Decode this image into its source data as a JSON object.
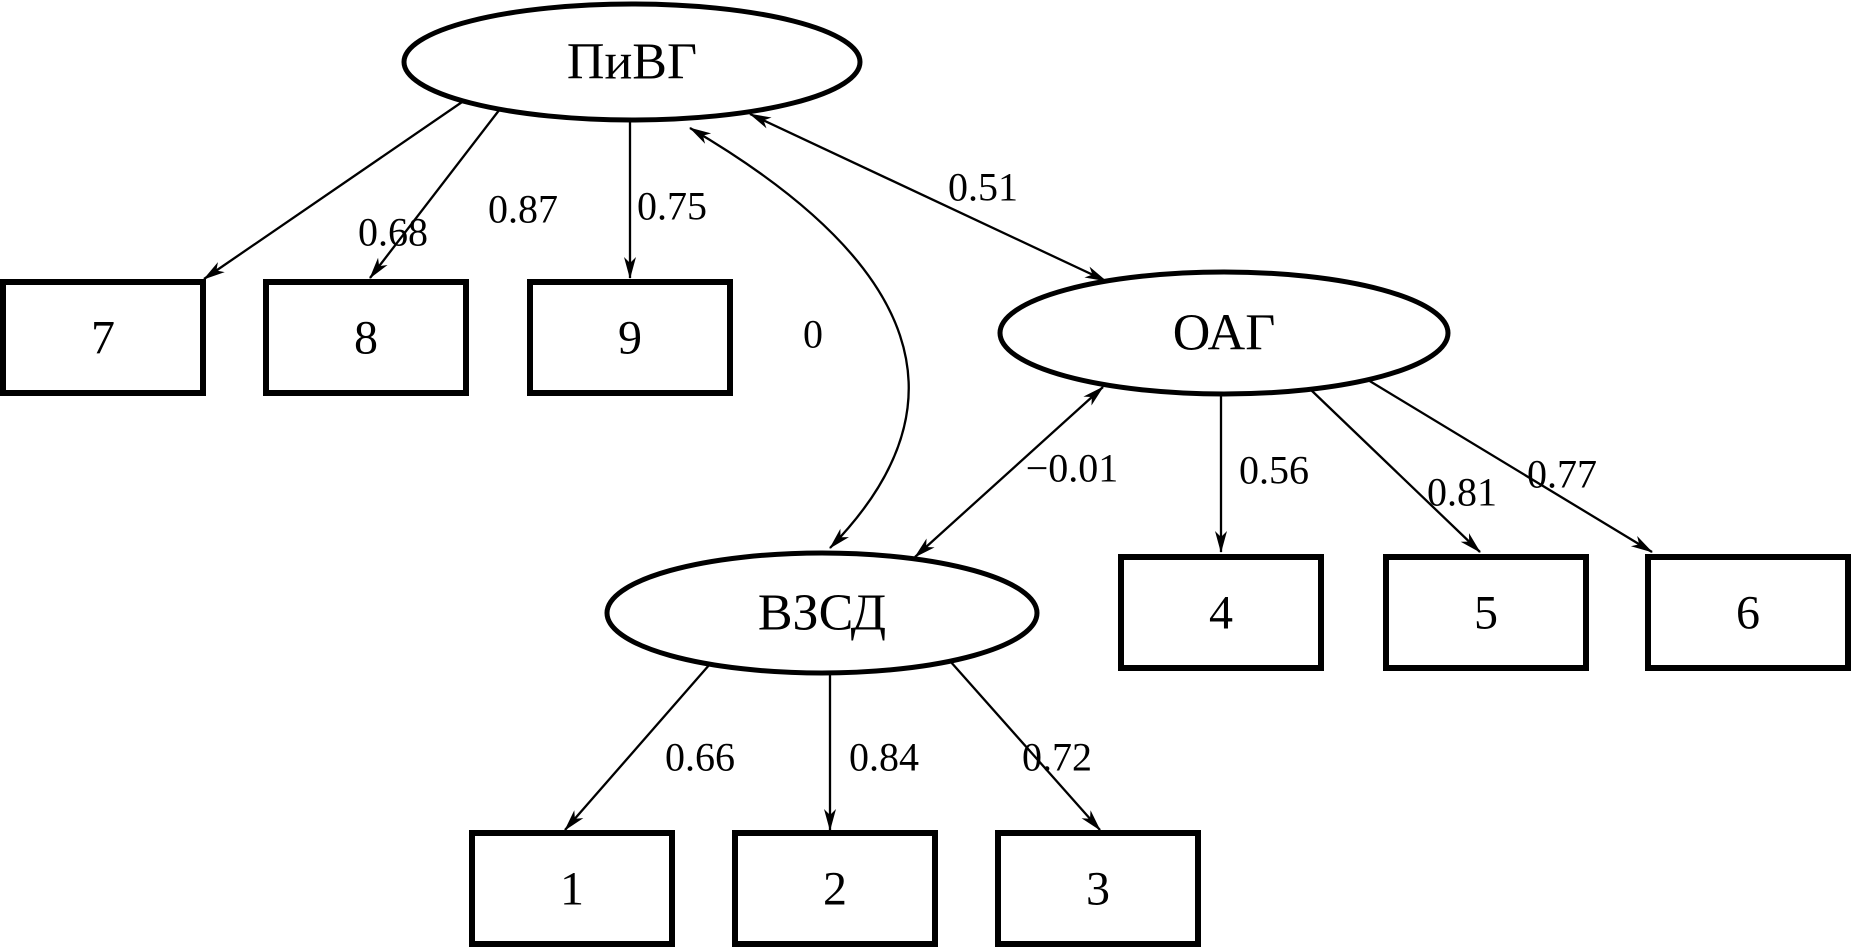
{
  "diagram": {
    "kind": "structural-equation-model-path-diagram",
    "background_color": "#ffffff",
    "stroke_color": "#000000",
    "text_color": "#000000",
    "latent_nodes": [
      {
        "id": "PiVG",
        "label": "ПиВГ",
        "shape": "ellipse"
      },
      {
        "id": "OAG",
        "label": "ОАГ",
        "shape": "ellipse"
      },
      {
        "id": "VZSD",
        "label": "ВЗСД",
        "shape": "ellipse"
      }
    ],
    "observed_nodes": [
      {
        "id": "1",
        "label": "1",
        "shape": "rectangle"
      },
      {
        "id": "2",
        "label": "2",
        "shape": "rectangle"
      },
      {
        "id": "3",
        "label": "3",
        "shape": "rectangle"
      },
      {
        "id": "4",
        "label": "4",
        "shape": "rectangle"
      },
      {
        "id": "5",
        "label": "5",
        "shape": "rectangle"
      },
      {
        "id": "6",
        "label": "6",
        "shape": "rectangle"
      },
      {
        "id": "7",
        "label": "7",
        "shape": "rectangle"
      },
      {
        "id": "8",
        "label": "8",
        "shape": "rectangle"
      },
      {
        "id": "9",
        "label": "9",
        "shape": "rectangle"
      }
    ],
    "edges": [
      {
        "from": "ПиВГ",
        "to": "7",
        "value": "0.68",
        "style": "single-arrow"
      },
      {
        "from": "ПиВГ",
        "to": "8",
        "value": "0.87",
        "style": "single-arrow"
      },
      {
        "from": "ПиВГ",
        "to": "9",
        "value": "0.75",
        "style": "single-arrow"
      },
      {
        "from": "ПиВГ",
        "to": "ОАГ",
        "value": "0.51",
        "style": "double-arrow"
      },
      {
        "from": "ПиВГ",
        "to": "ВЗСД",
        "value": "0",
        "style": "double-arrow-curved"
      },
      {
        "from": "ОАГ",
        "to": "ВЗСД",
        "value": "−0.01",
        "style": "double-arrow"
      },
      {
        "from": "ОАГ",
        "to": "4",
        "value": "0.56",
        "style": "single-arrow"
      },
      {
        "from": "ОАГ",
        "to": "5",
        "value": "0.81",
        "style": "single-arrow"
      },
      {
        "from": "ОАГ",
        "to": "6",
        "value": "0.77",
        "style": "single-arrow"
      },
      {
        "from": "ВЗСД",
        "to": "1",
        "value": "0.66",
        "style": "single-arrow"
      },
      {
        "from": "ВЗСД",
        "to": "2",
        "value": "0.84",
        "style": "single-arrow"
      },
      {
        "from": "ВЗСД",
        "to": "3",
        "value": "0.72",
        "style": "single-arrow"
      }
    ]
  }
}
